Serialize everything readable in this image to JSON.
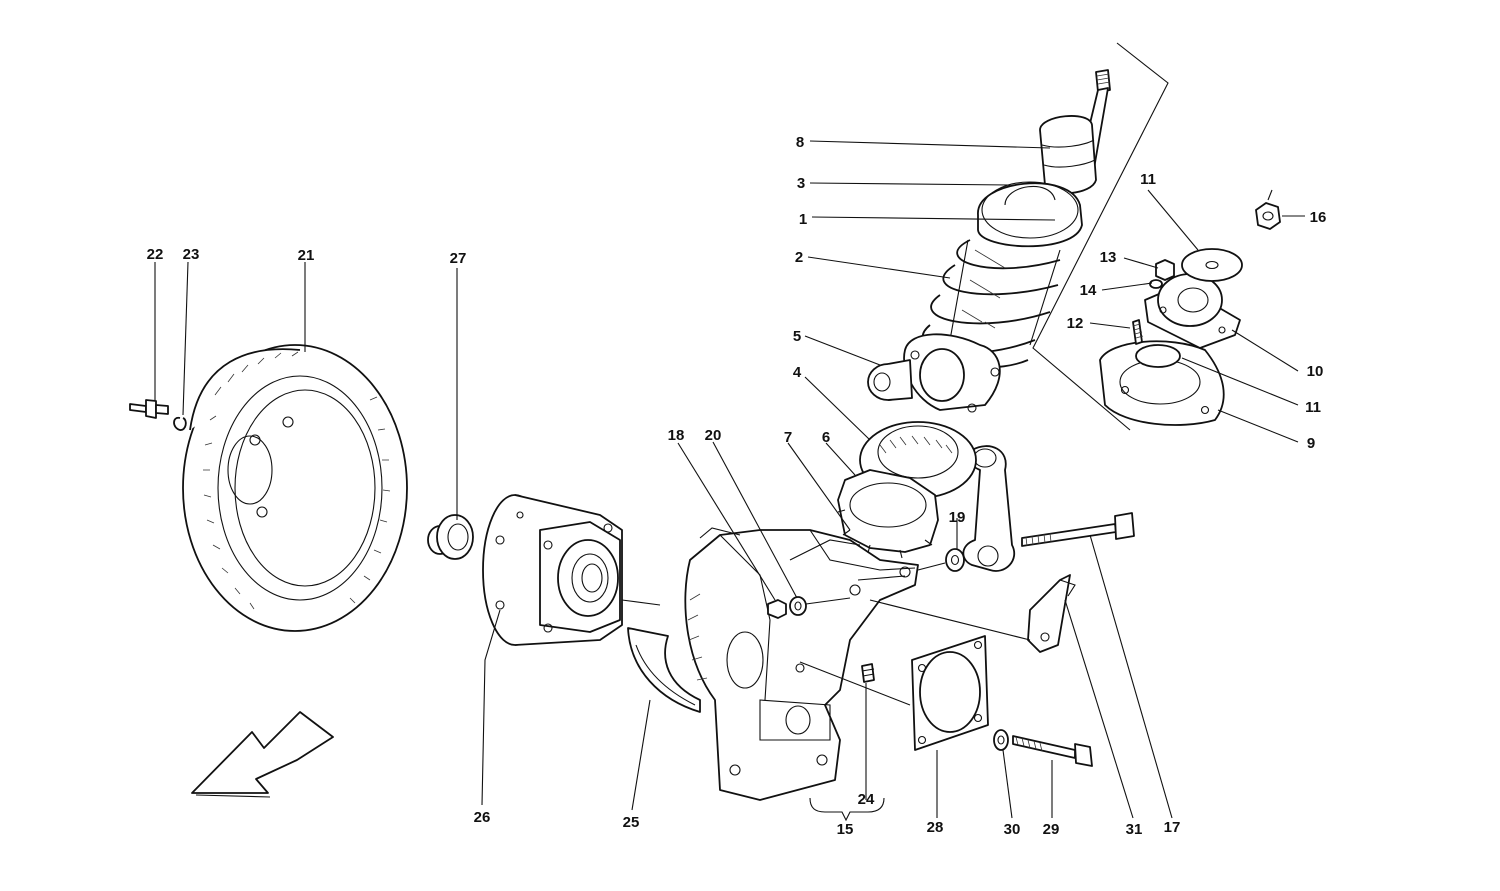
{
  "callouts": [
    "1",
    "2",
    "3",
    "4",
    "5",
    "6",
    "7",
    "8",
    "9",
    "10",
    "11",
    "11",
    "12",
    "13",
    "14",
    "15",
    "16",
    "17",
    "18",
    "19",
    "20",
    "21",
    "22",
    "23",
    "24",
    "25",
    "26",
    "27",
    "28",
    "29",
    "30",
    "31"
  ],
  "direction_arrow": "arrow-front-left"
}
